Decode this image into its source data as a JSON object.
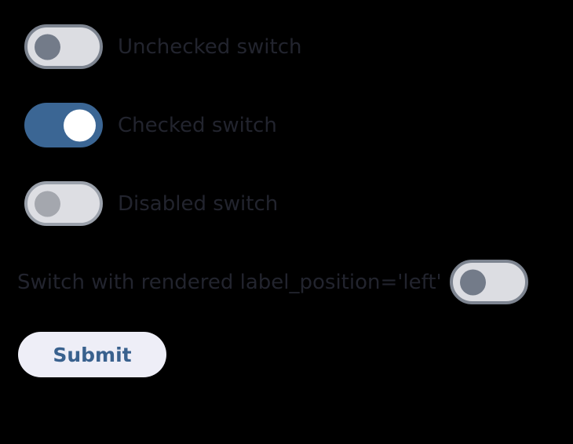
{
  "page": {
    "background_color": "#000000",
    "text_color": "#22242e"
  },
  "switches": [
    {
      "id": "unchecked",
      "label": "Unchecked switch",
      "state": "off",
      "disabled": false,
      "label_position": "right",
      "track_color": "#dcdde2",
      "border_color": "#7d8490",
      "knob_color": "#737b89"
    },
    {
      "id": "checked",
      "label": "Checked switch",
      "state": "on",
      "disabled": false,
      "label_position": "right",
      "track_color": "#3b6694",
      "border_color": "#3b6694",
      "knob_color": "#ffffff"
    },
    {
      "id": "disabled",
      "label": "Disabled switch",
      "state": "off",
      "disabled": true,
      "label_position": "right",
      "track_color": "#dddee3",
      "border_color": "#9ba1ab",
      "knob_color": "#a4a7ae"
    },
    {
      "id": "label-left",
      "label": "Switch with rendered label_position='left'",
      "state": "off",
      "disabled": false,
      "label_position": "left",
      "track_color": "#dcdde2",
      "border_color": "#7d8490",
      "knob_color": "#737b89"
    }
  ],
  "submit": {
    "label": "Submit",
    "background_color": "#eeeef7",
    "text_color": "#39618e"
  }
}
